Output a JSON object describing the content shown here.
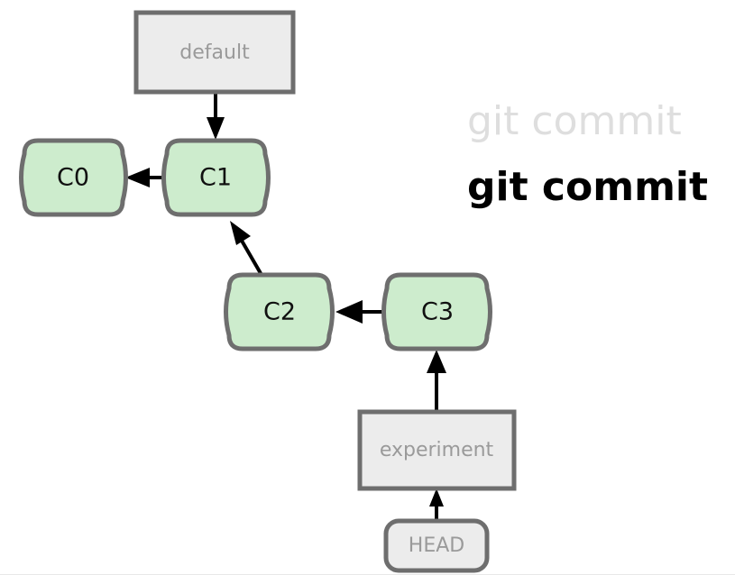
{
  "diagram": {
    "title": "git commit history diagram",
    "background_color": "#ffffff",
    "commit_fill": "#cdeccd",
    "commit_stroke": "#6e6e6e",
    "ref_fill": "#ececec",
    "ref_stroke": "#6e6e6e",
    "ref_text_color": "#9a9a9a",
    "edge_color": "#000000",
    "commits": [
      {
        "id": "c0",
        "label": "C0"
      },
      {
        "id": "c1",
        "label": "C1"
      },
      {
        "id": "c2",
        "label": "C2"
      },
      {
        "id": "c3",
        "label": "C3"
      }
    ],
    "refs": [
      {
        "id": "default",
        "label": "default"
      },
      {
        "id": "experiment",
        "label": "experiment"
      },
      {
        "id": "head",
        "label": "HEAD"
      }
    ],
    "captions": [
      {
        "id": "ghost",
        "label": "git commit",
        "color": "#dedede",
        "state": "faded"
      },
      {
        "id": "active",
        "label": "git commit",
        "color": "#000000",
        "state": "bold"
      }
    ]
  }
}
